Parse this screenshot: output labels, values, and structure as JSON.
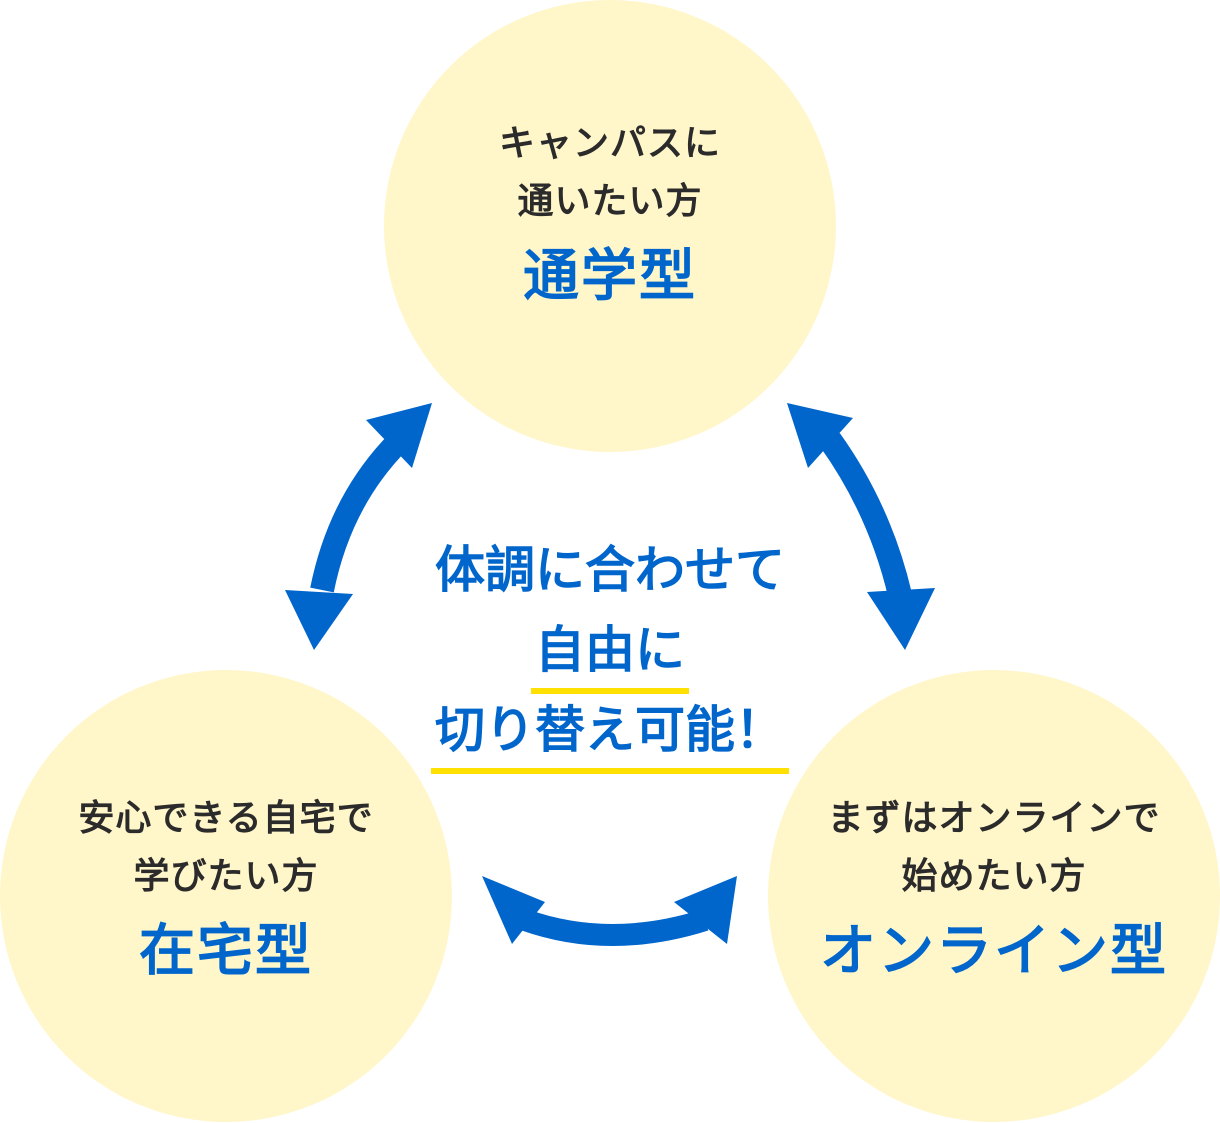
{
  "colors": {
    "circle_fill": "#FFF6C9",
    "accent_blue": "#0066CC",
    "text_dark": "#2B2B2B",
    "underline_yellow": "#FFE000"
  },
  "nodes": {
    "top": {
      "desc_lines": [
        "キャンパスに",
        "通いたい方"
      ],
      "type": "通学型"
    },
    "left": {
      "desc_lines": [
        "安心できる自宅で",
        "学びたい方"
      ],
      "type": "在宅型"
    },
    "right": {
      "desc_lines": [
        "まずはオンラインで",
        "始めたい方"
      ],
      "type": "オンライン型"
    }
  },
  "center_message": {
    "lines": [
      "体調に合わせて",
      "自由に",
      "切り替え可能！"
    ]
  },
  "arrows": [
    {
      "between": [
        "top",
        "left"
      ],
      "type": "double-headed"
    },
    {
      "between": [
        "top",
        "right"
      ],
      "type": "double-headed"
    },
    {
      "between": [
        "left",
        "right"
      ],
      "type": "double-headed"
    }
  ]
}
